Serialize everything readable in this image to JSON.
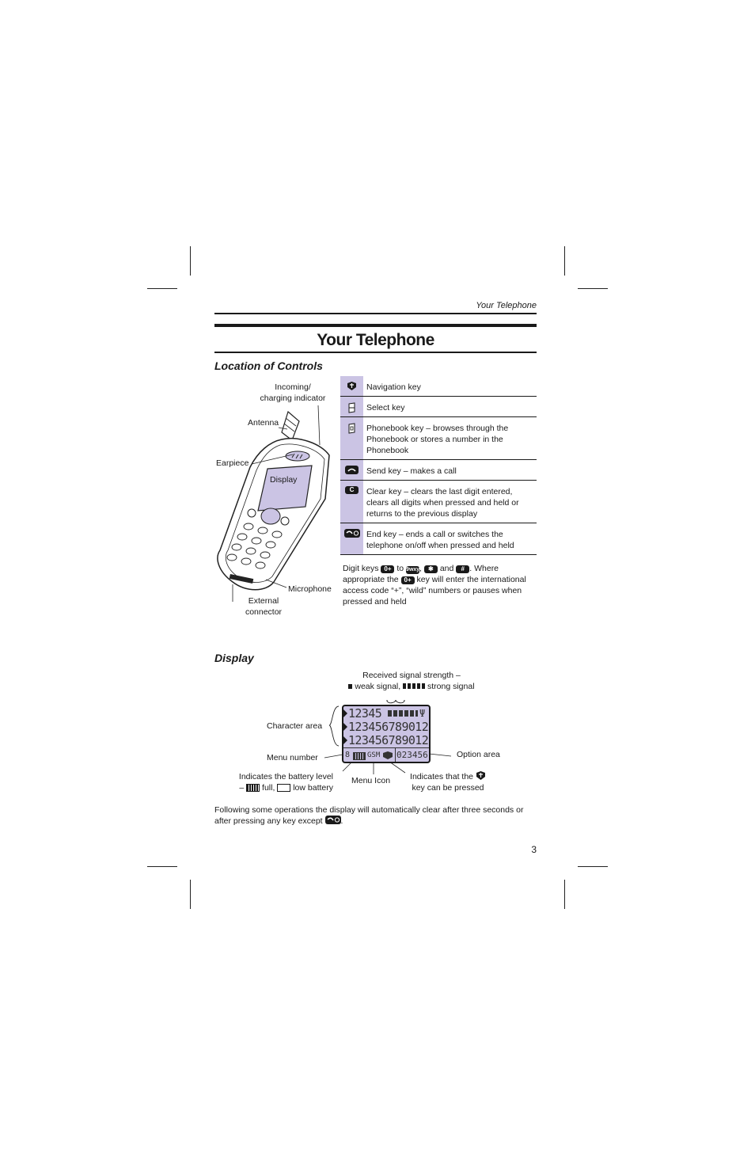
{
  "header": {
    "running_title": "Your Telephone"
  },
  "page": {
    "title": "Your Telephone",
    "page_number": "3"
  },
  "controls": {
    "heading": "Location of Controls",
    "labels": {
      "incoming": "Incoming/",
      "charging": "charging indicator",
      "antenna": "Antenna",
      "earpiece": "Earpiece",
      "display": "Display",
      "microphone": "Microphone",
      "external": "External",
      "connector": "connector"
    },
    "keys": [
      {
        "icon": "navigation-key-icon",
        "text": "Navigation key"
      },
      {
        "icon": "select-key-icon",
        "text": "Select key"
      },
      {
        "icon": "phonebook-key-icon",
        "text": "Phonebook key – browses through the Phonebook or stores a number in the Phonebook"
      },
      {
        "icon": "send-key-icon",
        "text": "Send key – makes a call"
      },
      {
        "icon": "clear-key-icon",
        "text": "Clear key – clears the last digit entered, clears all digits when pressed and held or returns to the previous display"
      },
      {
        "icon": "end-key-icon",
        "text": "End key – ends a call or switches the telephone on/off when pressed and held"
      }
    ],
    "digit_note": {
      "p1": "Digit keys",
      "to": "to",
      "comma": ",",
      "and": "and",
      "p2": ". Where appropriate the",
      "p3": "key will enter the international access code “+”, “wild” numbers or pauses when pressed and held"
    },
    "key_glyphs": {
      "zero": "0+",
      "nine": "9wxyz",
      "star": "✱",
      "hash": "#",
      "clear": "C"
    }
  },
  "display": {
    "heading": "Display",
    "signal_line1": "Received signal strength –",
    "signal_line2a": "weak signal,",
    "signal_line2b": "strong signal",
    "character_area": "Character area",
    "menu_number": "Menu number",
    "option_area": "Option area",
    "battery_line1": "Indicates the battery level",
    "battery_full": "full,",
    "battery_low": "low battery",
    "battery_dash": "–",
    "menu_icon": "Menu Icon",
    "nav_line1": "Indicates that the",
    "nav_line2": "key can be pressed",
    "lcd": {
      "row1": "12345",
      "row2": "123456789012",
      "row3": "123456789012",
      "menu_num": "8",
      "network": "GSM",
      "option": "023456"
    },
    "footnote": "Following some operations the display will automatically clear after three seconds or after pressing any key except"
  },
  "colors": {
    "accent": "#cbc4e4",
    "ink": "#1a1a1a"
  }
}
